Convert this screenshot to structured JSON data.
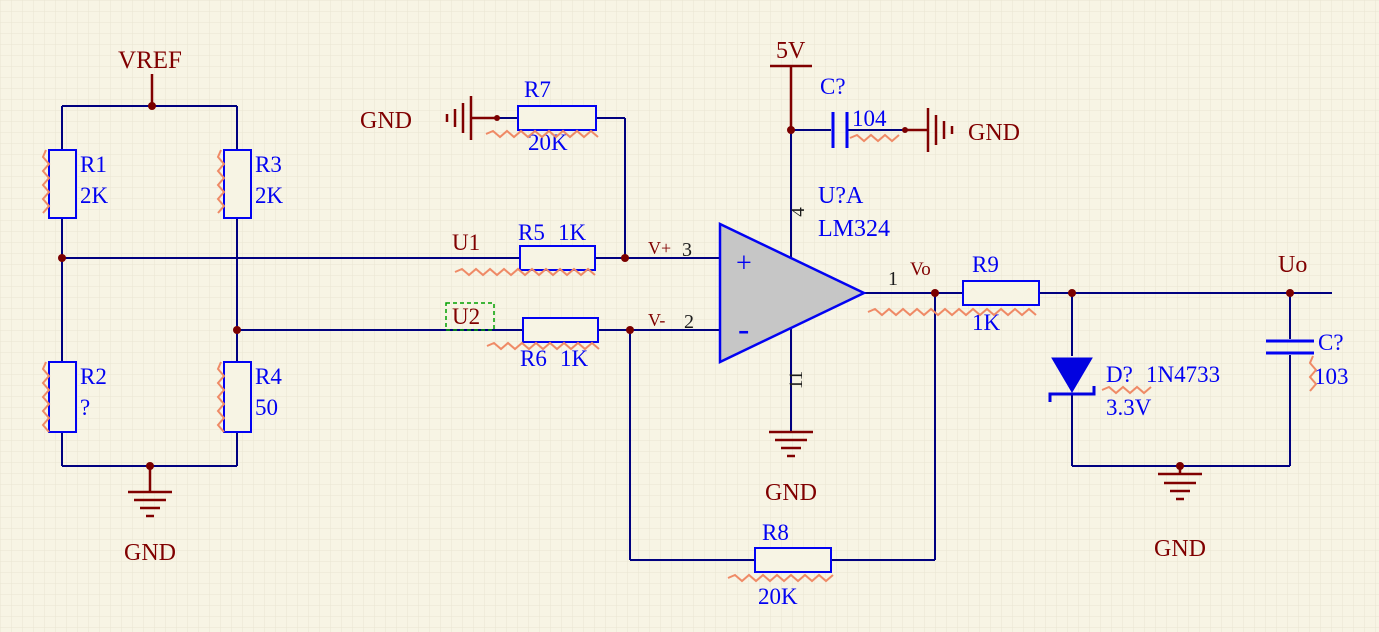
{
  "palette": {
    "background": "#F7F4E4",
    "grid_line": "#E9E5D2",
    "wire": "#000080",
    "component_blue": "#0202F2",
    "power_maroon": "#800000",
    "junction": "#7A0000",
    "pin_number": "#1C1C1C",
    "opamp_fill": "#C6C6C6",
    "squiggle": "#EF8A66",
    "selection_green": "#00A000"
  },
  "power_ports": {
    "vref": {
      "label": "VREF"
    },
    "v5": {
      "label": "5V"
    },
    "gnd_bridge": {
      "label": "GND"
    },
    "gnd_r7": {
      "label": "GND"
    },
    "gnd_decoupling": {
      "label": "GND"
    },
    "gnd_opamp": {
      "label": "GND"
    },
    "gnd_output": {
      "label": "GND"
    }
  },
  "net_labels": {
    "u1": "U1",
    "u2": "U2",
    "v_plus": "V+",
    "v_minus": "V-",
    "vo": "Vo",
    "uo": "Uo"
  },
  "components": {
    "r1": {
      "ref": "R1",
      "value": "2K"
    },
    "r2": {
      "ref": "R2",
      "value": "?"
    },
    "r3": {
      "ref": "R3",
      "value": "2K"
    },
    "r4": {
      "ref": "R4",
      "value": "50"
    },
    "r5": {
      "ref": "R5",
      "value": "1K"
    },
    "r6": {
      "ref": "R6",
      "value": "1K"
    },
    "r7": {
      "ref": "R7",
      "value": "20K"
    },
    "r8": {
      "ref": "R8",
      "value": "20K"
    },
    "r9": {
      "ref": "R9",
      "value": "1K"
    },
    "c1": {
      "ref": "C?",
      "value": "104"
    },
    "c2": {
      "ref": "C?",
      "value": "103"
    },
    "d1": {
      "ref": "D?",
      "part": "1N4733",
      "value": "3.3V"
    },
    "opamp": {
      "ref": "U?A",
      "part": "LM324",
      "plus": "+",
      "minus": "-"
    }
  },
  "pins": {
    "out": "1",
    "inv": "2",
    "noninv": "3",
    "vcc": "4",
    "gnd": "11"
  }
}
